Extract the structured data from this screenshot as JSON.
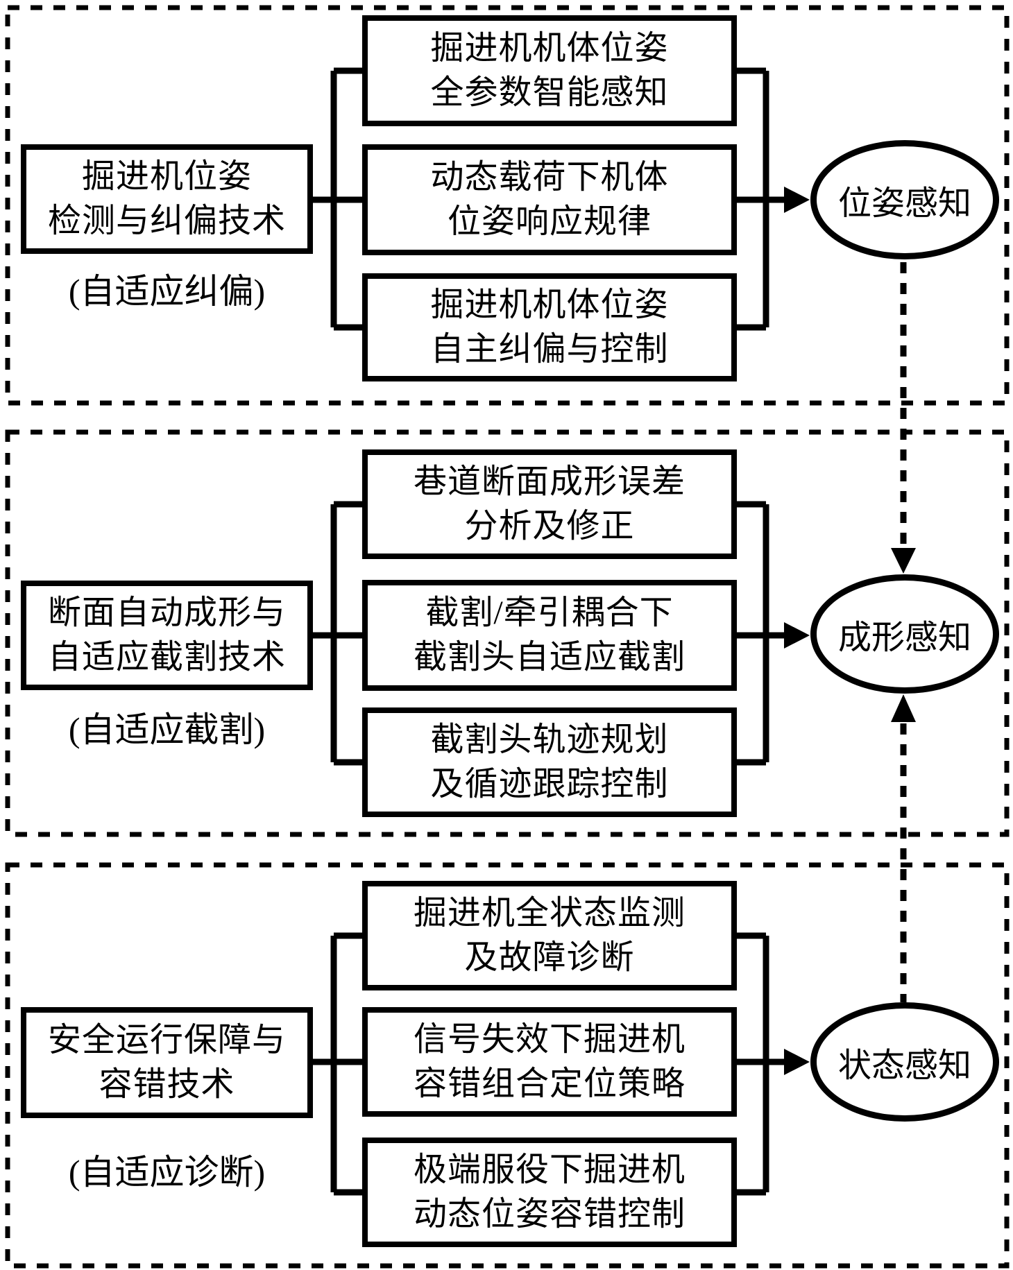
{
  "figure": {
    "colors": {
      "ink": "#000000",
      "background": "#ffffff"
    },
    "sections": [
      {
        "left_box": {
          "line1": "掘进机位姿",
          "line2": "检测与纠偏技术"
        },
        "label": "(自适应纠偏)",
        "mid_boxes": [
          {
            "line1": "掘进机机体位姿",
            "line2": "全参数智能感知"
          },
          {
            "line1": "动态载荷下机体",
            "line2": "位姿响应规律"
          },
          {
            "line1": "掘进机机体位姿",
            "line2": "自主纠偏与控制"
          }
        ],
        "ellipse": "位姿感知"
      },
      {
        "left_box": {
          "line1": "断面自动成形与",
          "line2": "自适应截割技术"
        },
        "label": "(自适应截割)",
        "mid_boxes": [
          {
            "line1": "巷道断面成形误差",
            "line2": "分析及修正"
          },
          {
            "line1": "截割/牵引耦合下",
            "line2": "截割头自适应截割"
          },
          {
            "line1": "截割头轨迹规划",
            "line2": "及循迹跟踪控制"
          }
        ],
        "ellipse": "成形感知"
      },
      {
        "left_box": {
          "line1": "安全运行保障与",
          "line2": "容错技术"
        },
        "label": "(自适应诊断)",
        "mid_boxes": [
          {
            "line1": "掘进机全状态监测",
            "line2": "及故障诊断"
          },
          {
            "line1": "信号失效下掘进机",
            "line2": "容错组合定位策略"
          },
          {
            "line1": "极端服役下掘进机",
            "line2": "动态位姿容错控制"
          }
        ],
        "ellipse": "状态感知"
      }
    ]
  }
}
